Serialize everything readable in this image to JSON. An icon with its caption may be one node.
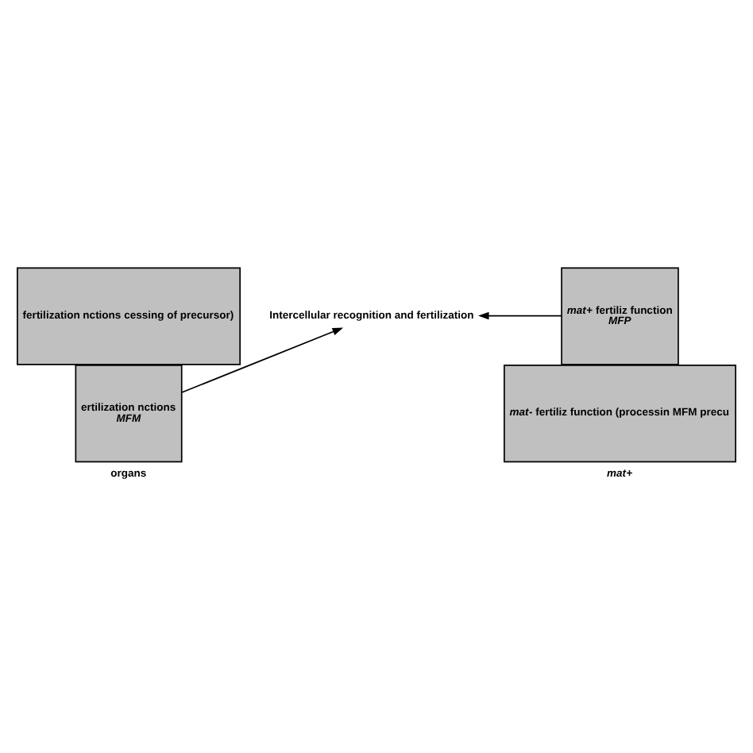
{
  "diagram": {
    "nodes": [
      {
        "text": [
          "fertilization nctions cessing of precursor)"
        ]
      },
      {
        "text": [
          "Intercellular recognition and fertilization"
        ]
      },
      {
        "text": [
          "*mat*+ fertiliz function",
          "*MFP*"
        ]
      },
      {
        "text": [
          "ertilization nctions",
          "*MFM*"
        ]
      },
      {
        "text": [
          "*mat*- fertiliz function (processin MFM precu"
        ]
      }
    ],
    "edges": [
      {
        "from": 2,
        "to": 1,
        "arrow": "to"
      },
      {
        "from": 3,
        "to": 1,
        "arrow": "to"
      }
    ],
    "labels": [
      "organs",
      "*mat*+"
    ]
  }
}
